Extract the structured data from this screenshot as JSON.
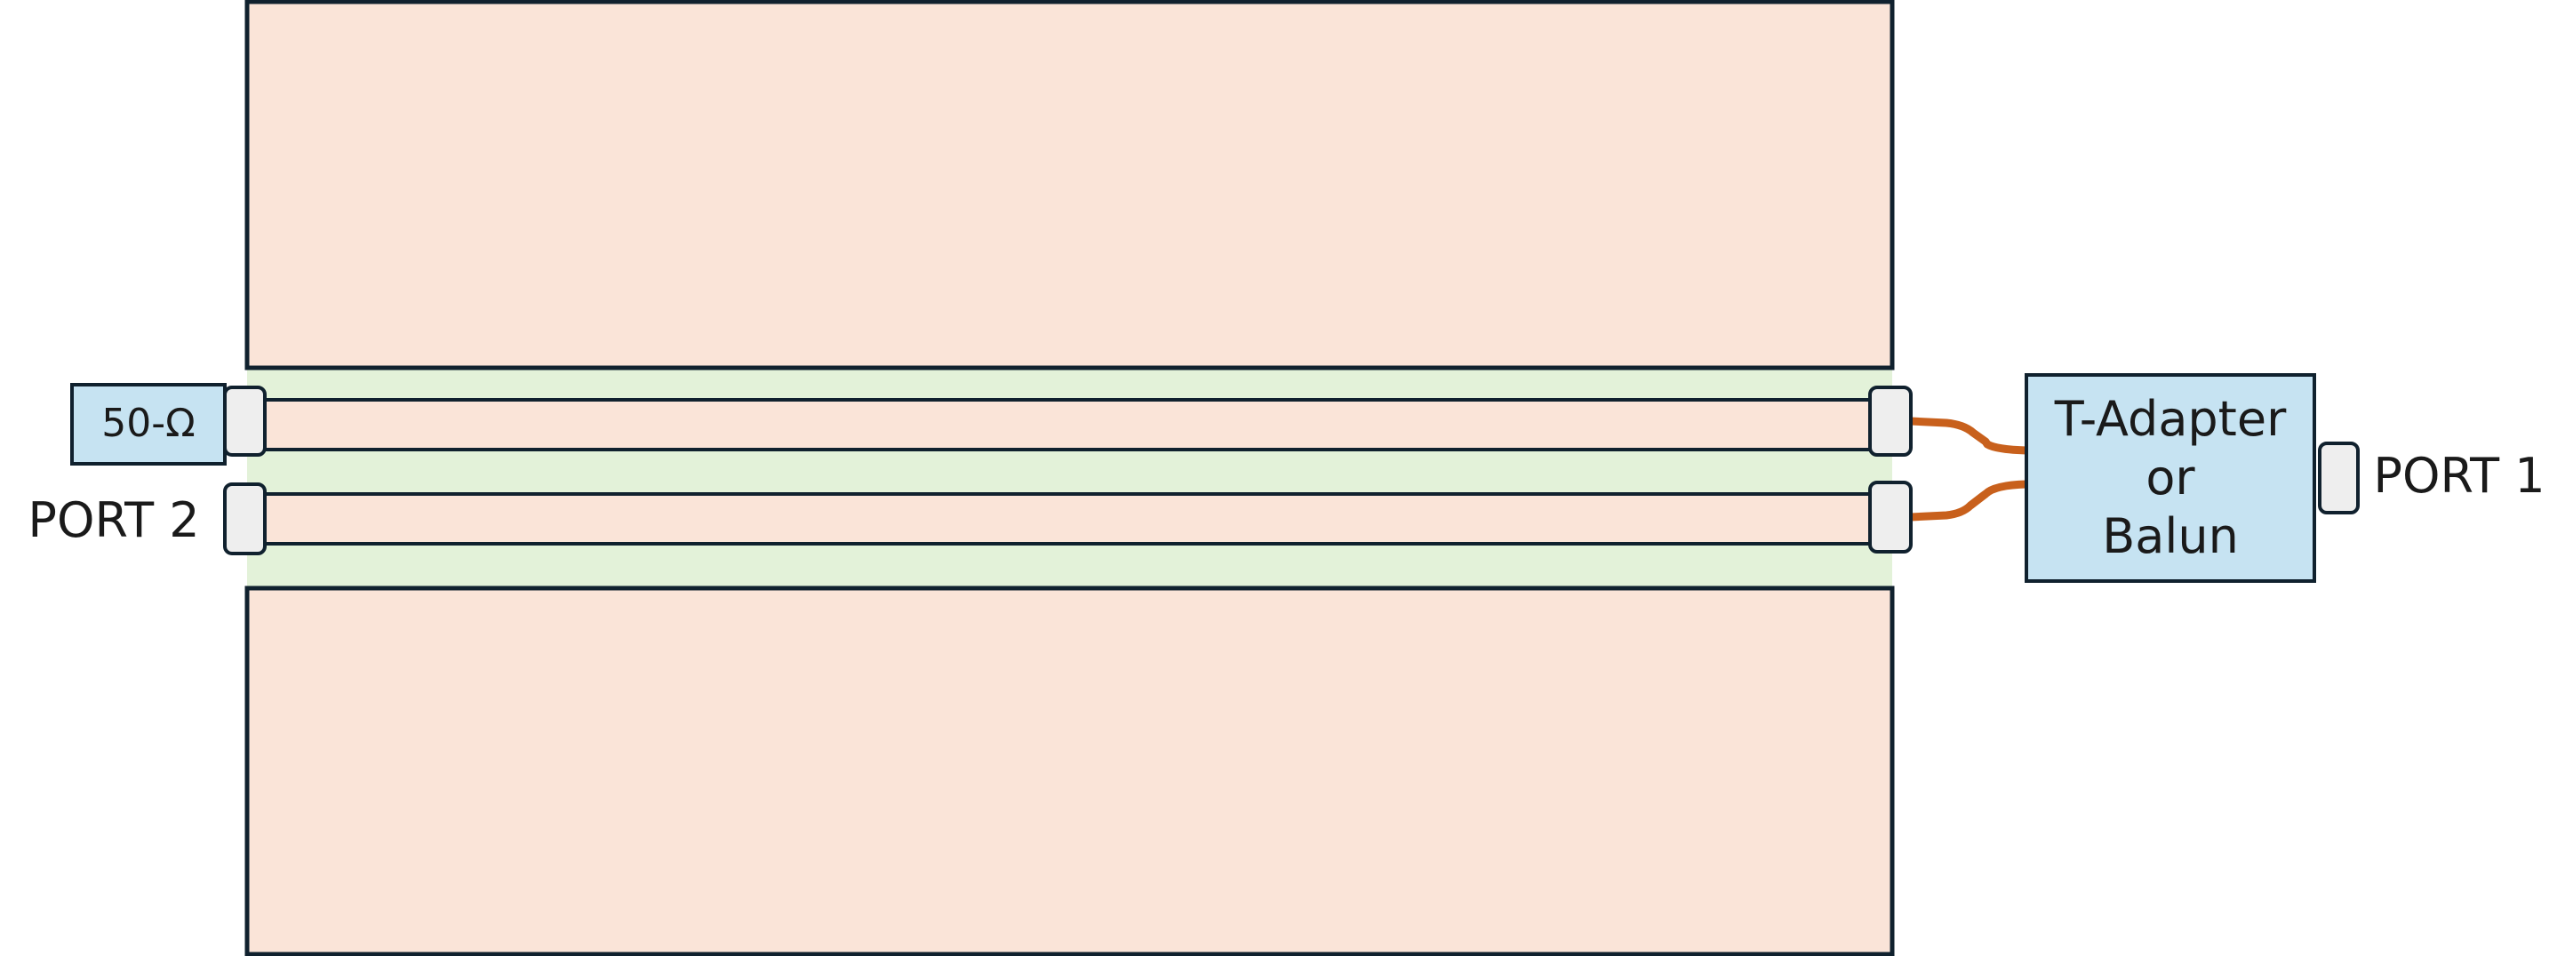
{
  "diagram": {
    "terminator": {
      "label": "50-Ω"
    },
    "port_left": {
      "label": "PORT 2"
    },
    "port_right": {
      "label": "PORT 1"
    },
    "adapter": {
      "lines": [
        "T-Adapter",
        "or",
        "Balun"
      ]
    }
  },
  "colors": {
    "plate_fill": "#fae4d8",
    "gap_fill": "#e3f2d9",
    "device_fill": "#c6e3f2",
    "connector_fill": "#eeeeee",
    "outline": "#10212e",
    "cable": "#c8601c"
  }
}
